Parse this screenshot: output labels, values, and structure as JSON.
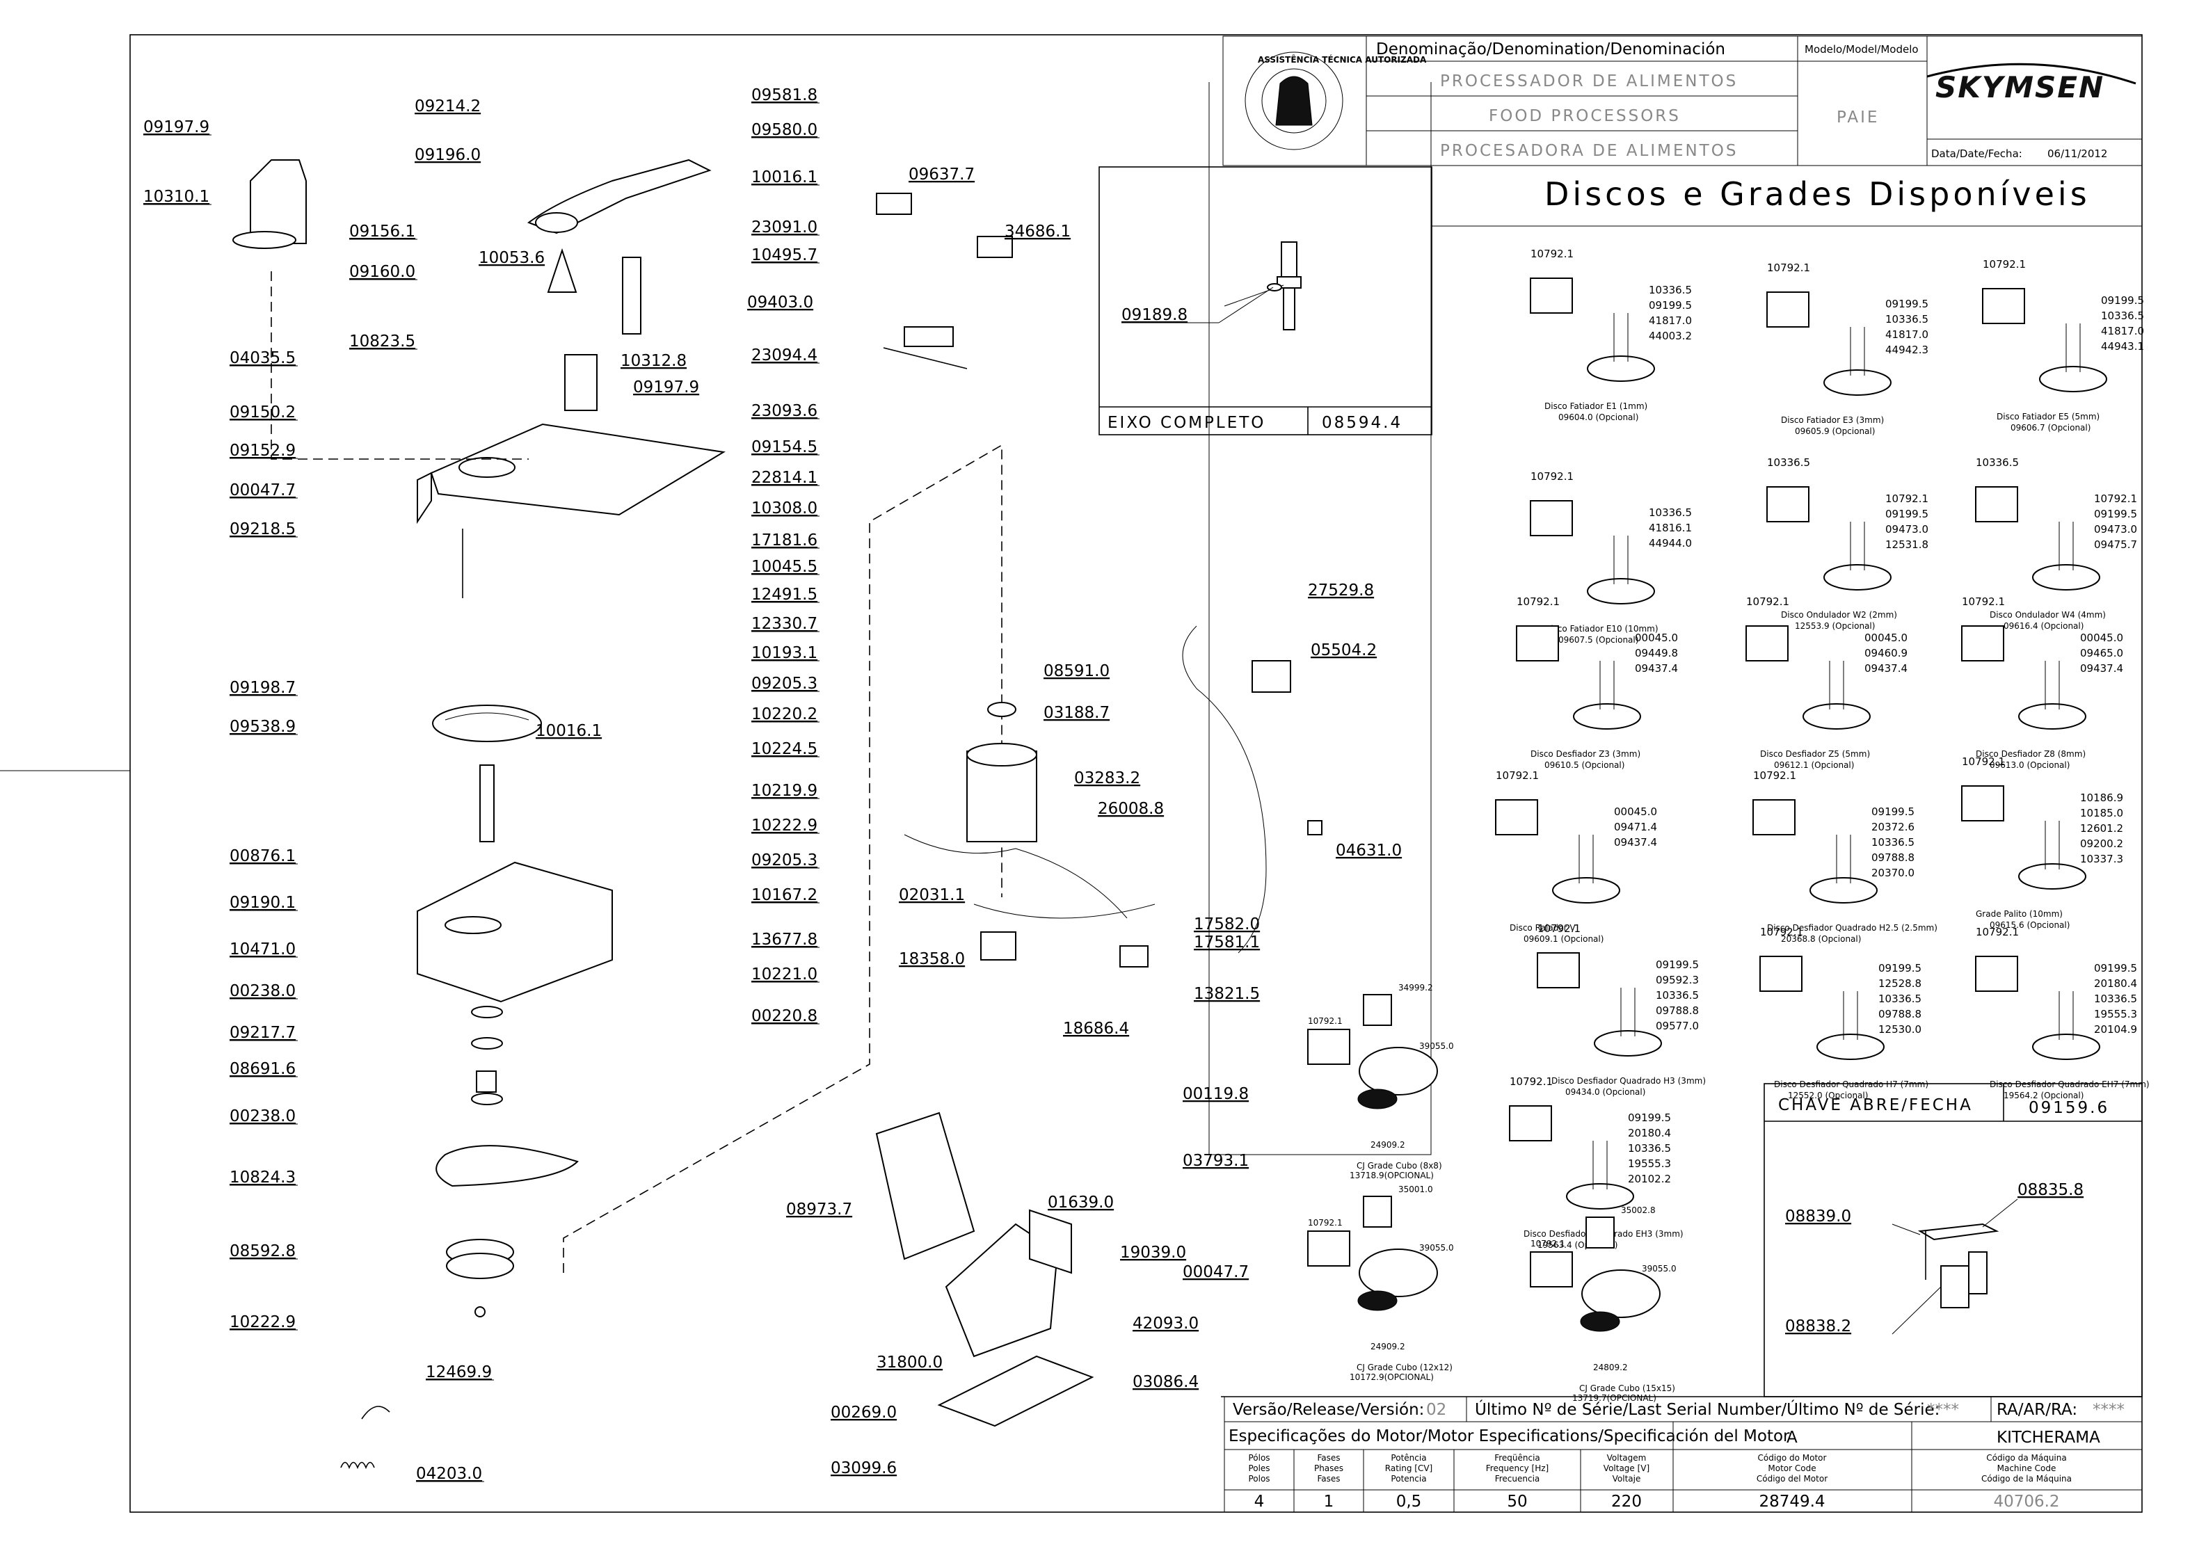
{
  "header": {
    "denomination_label": "Denominação/Denomination/Denominación",
    "model_label": "Modelo/Model/Modelo",
    "name_pt": "PROCESSADOR DE ALIMENTOS",
    "name_en": "FOOD PROCESSORS",
    "name_es": "PROCESADORA DE ALIMENTOS",
    "model": "PAIE",
    "brand": "SKYMSEN",
    "date_label": "Data/Date/Fecha:",
    "date": "06/11/2012",
    "seal_text": "ASSISTÊNCIA TÉCNICA AUTORIZADA"
  },
  "discs_title": "Discos e Grades Disponíveis",
  "shaft": {
    "title": "EIXO COMPLETO",
    "code": "08594.4",
    "part": "09189.8"
  },
  "switch": {
    "title": "CHAVE ABRE/FECHA",
    "code": "09159.6",
    "parts": [
      "08839.0",
      "08835.8",
      "08838.2"
    ]
  },
  "main_labels_left": [
    "09197.9",
    "10310.1",
    "09156.1",
    "09160.0",
    "10823.5",
    "04035.5",
    "09150.2",
    "09152.9",
    "00047.7",
    "09218.5",
    "09198.7",
    "09538.9",
    "00876.1",
    "09190.1",
    "10471.0",
    "00238.0",
    "09217.7",
    "08691.6",
    "00238.0",
    "10824.3",
    "08592.8",
    "10222.9",
    "12469.9",
    "04203.0"
  ],
  "main_labels_top": [
    "09214.2",
    "09196.0",
    "10053.6",
    "10312.8",
    "09197.9",
    "10016.1"
  ],
  "main_labels_right": [
    "09581.8",
    "09580.0",
    "10016.1",
    "23091.0",
    "10495.7",
    "23094.4",
    "23093.6",
    "09154.5",
    "22814.1",
    "10308.0",
    "17181.6",
    "10045.5",
    "12491.5",
    "12330.7",
    "10193.1",
    "09205.3",
    "10220.2",
    "10224.5",
    "10219.9",
    "10222.9",
    "09205.3",
    "10167.2",
    "13677.8",
    "10221.0",
    "00220.8"
  ],
  "motor_labels": [
    "09637.7",
    "34686.1",
    "09403.0",
    "27529.8",
    "05504.2",
    "08591.0",
    "03188.7",
    "03283.2",
    "26008.8",
    "04631.0",
    "02031.1",
    "18358.0",
    "17582.0",
    "17581.1",
    "13821.5",
    "18686.4",
    "00119.8",
    "03793.1",
    "08973.7",
    "01639.0",
    "19039.0",
    "00047.7",
    "42093.0",
    "31800.0",
    "03086.4",
    "00269.0",
    "03099.6"
  ],
  "discs": [
    {
      "name": "Disco Fatiador E1 (1mm)",
      "code": "09604.0 (Opcional)",
      "parts": [
        "10792.1",
        "10336.5",
        "09199.5",
        "41817.0",
        "44003.2"
      ]
    },
    {
      "name": "Disco Fatiador E3 (3mm)",
      "code": "09605.9 (Opcional)",
      "parts": [
        "10792.1",
        "09199.5",
        "10336.5",
        "41817.0",
        "44942.3"
      ]
    },
    {
      "name": "Disco Fatiador E5 (5mm)",
      "code": "09606.7 (Opcional)",
      "parts": [
        "10792.1",
        "09199.5",
        "10336.5",
        "41817.0",
        "44943.1"
      ]
    },
    {
      "name": "Disco Fatiador E10 (10mm)",
      "code": "09607.5 (Opcional)",
      "parts": [
        "10792.1",
        "10336.5",
        "41816.1",
        "44944.0"
      ]
    },
    {
      "name": "Disco Ondulador W2 (2mm)",
      "code": "12553.9 (Opcional)",
      "parts": [
        "10336.5",
        "10792.1",
        "09199.5",
        "09473.0",
        "12531.8"
      ]
    },
    {
      "name": "Disco Ondulador W4 (4mm)",
      "code": "09616.4 (Opcional)",
      "parts": [
        "10336.5",
        "10792.1",
        "09199.5",
        "09473.0",
        "09475.7"
      ]
    },
    {
      "name": "Disco Desfiador Z3 (3mm)",
      "code": "09610.5 (Opcional)",
      "parts": [
        "10792.1",
        "00045.0",
        "09449.8",
        "09437.4"
      ]
    },
    {
      "name": "Disco Desfiador Z5 (5mm)",
      "code": "09612.1 (Opcional)",
      "parts": [
        "10792.1",
        "00045.0",
        "09460.9",
        "09437.4"
      ]
    },
    {
      "name": "Disco Desfiador Z8 (8mm)",
      "code": "09613.0 (Opcional)",
      "parts": [
        "10792.1",
        "00045.0",
        "09465.0",
        "09437.4"
      ]
    },
    {
      "name": "Disco Ralador V",
      "code": "09609.1 (Opcional)",
      "parts": [
        "10792.1",
        "00045.0",
        "09471.4",
        "09437.4"
      ]
    },
    {
      "name": "Disco Desfiador Quadrado H2.5 (2.5mm)",
      "code": "20368.8 (Opcional)",
      "parts": [
        "10792.1",
        "09199.5",
        "20372.6",
        "10336.5",
        "09788.8",
        "20370.0"
      ]
    },
    {
      "name": "Grade Palito (10mm)",
      "code": "09615.6 (Opcional)",
      "parts": [
        "10792.1",
        "10186.9",
        "10185.0",
        "12601.2",
        "09200.2",
        "10337.3"
      ]
    },
    {
      "name": "Disco Desfiador Quadrado H3 (3mm)",
      "code": "09434.0 (Opcional)",
      "parts": [
        "10792.1",
        "09199.5",
        "09592.3",
        "10336.5",
        "09788.8",
        "09577.0"
      ]
    },
    {
      "name": "Disco Desfiador Quadrado H7 (7mm)",
      "code": "12552.0 (Opcional)",
      "parts": [
        "10792.1",
        "09199.5",
        "12528.8",
        "10336.5",
        "09788.8",
        "12530.0"
      ]
    },
    {
      "name": "Disco Desfiador Quadrado EH7 (7mm)",
      "code": "19564.2 (Opcional)",
      "parts": [
        "10792.1",
        "09199.5",
        "20180.4",
        "10336.5",
        "19555.3",
        "20104.9"
      ]
    },
    {
      "name": "Disco Desfiador Quadrado EH3 (3mm)",
      "code": "19563.4 (Opcional)",
      "parts": [
        "10792.1",
        "09199.5",
        "20180.4",
        "10336.5",
        "19555.3",
        "20102.2"
      ]
    }
  ],
  "grids": [
    {
      "name": "CJ Grade Cubo (8x8)",
      "code": "13718.9(OPCIONAL)",
      "parts": [
        "10792.1",
        "34999.2",
        "39055.0",
        "24909.2"
      ]
    },
    {
      "name": "CJ Grade Cubo (12x12)",
      "code": "10172.9(OPCIONAL)",
      "parts": [
        "10792.1",
        "35001.0",
        "39055.0",
        "24909.2"
      ]
    },
    {
      "name": "CJ Grade Cubo (15x15)",
      "code": "13719.7(OPCIONAL)",
      "parts": [
        "10792.1",
        "35002.8",
        "39055.0",
        "24809.2"
      ]
    }
  ],
  "footer": {
    "release_label": "Versão/Release/Versión:",
    "release": "02",
    "serial_label": "Último Nº de Série/Last Serial Number/Último Nº de Série:",
    "serial": "****",
    "ra_label": "RA/AR/RA:",
    "ra": "****",
    "motor_spec_label": "Especificações do Motor/Motor Especifications/Specificación del Motor",
    "rev": "A",
    "kitcherama": "KITCHERAMA",
    "headers": [
      [
        "Pólos",
        "Poles",
        "Polos"
      ],
      [
        "Fases",
        "Phases",
        "Fases"
      ],
      [
        "Potência",
        "Rating [CV]",
        "Potencia"
      ],
      [
        "Freqüência",
        "Frequency [Hz]",
        "Frecuencia"
      ],
      [
        "Voltagem",
        "Voltage [V]",
        "Voltaje"
      ],
      [
        "Código do Motor",
        "Motor Code",
        "Código del Motor"
      ],
      [
        "Código da Máquina",
        "Machine Code",
        "Código de la Máquina"
      ]
    ],
    "values": [
      "4",
      "1",
      "0,5",
      "50",
      "220",
      "28749.4",
      "40706.2"
    ]
  }
}
